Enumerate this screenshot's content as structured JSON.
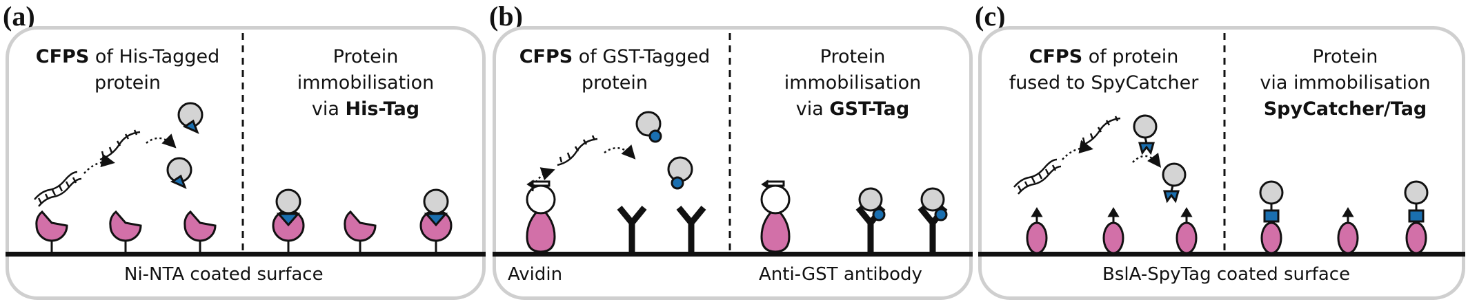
{
  "panels": [
    {
      "letter": "(a)",
      "left_title_bold": "CFPS",
      "left_title_rest_1": " of His-Tagged",
      "left_title_line2": "protein",
      "right_title_line1": "Protein",
      "right_title_line2": "immobilisation",
      "right_title_pre": "via ",
      "right_title_bold": "His-Tag",
      "bottom_label": "Ni-NTA coated surface"
    },
    {
      "letter": "(b)",
      "left_title_bold": "CFPS",
      "left_title_rest_1": " of GST-Tagged",
      "left_title_line2": "protein",
      "right_title_line1": "Protein",
      "right_title_line2": "immobilisation",
      "right_title_pre": "via ",
      "right_title_bold": "GST-Tag",
      "bottom_label_left": "Avidin",
      "bottom_label_right": "Anti-GST antibody"
    },
    {
      "letter": "(c)",
      "left_title_bold": "CFPS",
      "left_title_rest_1": " of protein",
      "left_title_line2": "fused to SpyCatcher",
      "right_title_line1": "Protein",
      "right_title_pre": "via ",
      "right_title_line2_rest": "immobilisation",
      "right_title_bold": "SpyCatcher/Tag",
      "bottom_label": "BslA-SpyTag coated surface"
    }
  ],
  "colors": {
    "receptor_pink": "#d270a8",
    "tag_blue": "#1a6fb0",
    "protein_gray": "#d4d4d4",
    "frame_gray": "#cfcfcf"
  }
}
